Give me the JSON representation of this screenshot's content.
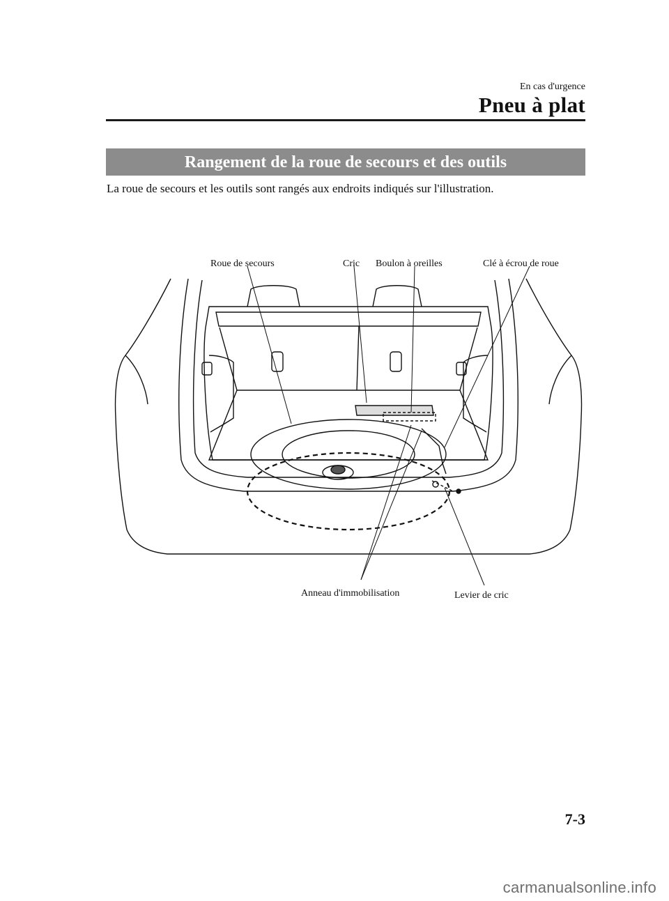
{
  "header": {
    "section": "En cas d'urgence",
    "title": "Pneu à plat"
  },
  "section_title": "Rangement de la roue de secours et des outils",
  "intro_text": "La roue de secours et les outils sont rangés aux endroits indiqués sur l'illustration.",
  "figure": {
    "callouts": {
      "spare_wheel": "Roue de secours",
      "jack": "Cric",
      "wing_bolt": "Boulon à oreilles",
      "lug_wrench": "Clé à écrou de roue",
      "tie_down_hook": "Anneau d'immobilisation",
      "jack_handle": "Levier de cric"
    }
  },
  "page_number": "7-3",
  "watermark": "carmanualsonline.info"
}
